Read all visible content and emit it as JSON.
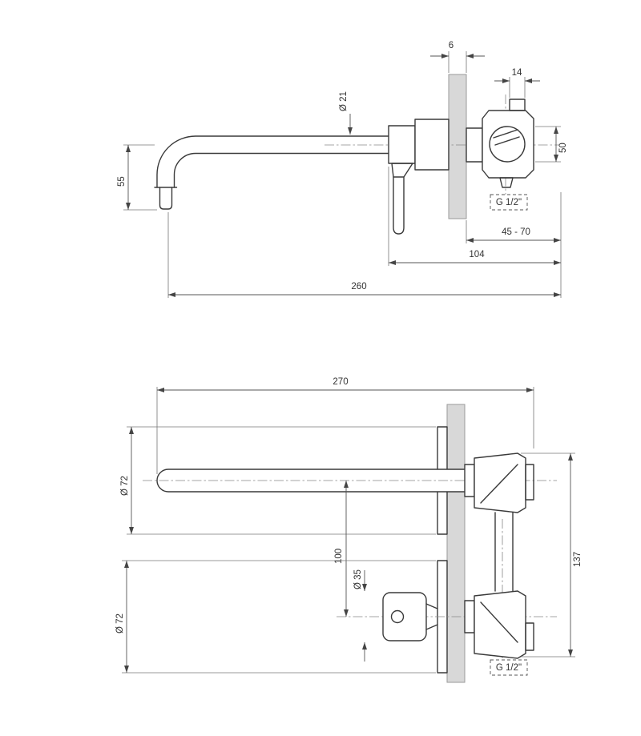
{
  "side_view": {
    "dim_6": "6",
    "dim_14": "14",
    "dim_d21": "Ø 21",
    "dim_50": "50",
    "dim_55": "55",
    "thread": "G 1/2\"",
    "dim_45_70": "45 - 70",
    "dim_104": "104",
    "dim_260": "260"
  },
  "plan_view": {
    "dim_270": "270",
    "dim_d72_spout": "Ø 72",
    "dim_100": "100",
    "dim_137": "137",
    "dim_d35": "Ø 35",
    "dim_d72_handle": "Ø 72",
    "thread": "G 1/2\""
  },
  "colors": {
    "object_line": "#3a3a3a",
    "dimension_line": "#555555",
    "centerline": "#888888",
    "text": "#333333",
    "wall_plate_fill": "#d8d8d8",
    "wall_plate_stroke": "#9a9a9a",
    "background": "#ffffff"
  }
}
